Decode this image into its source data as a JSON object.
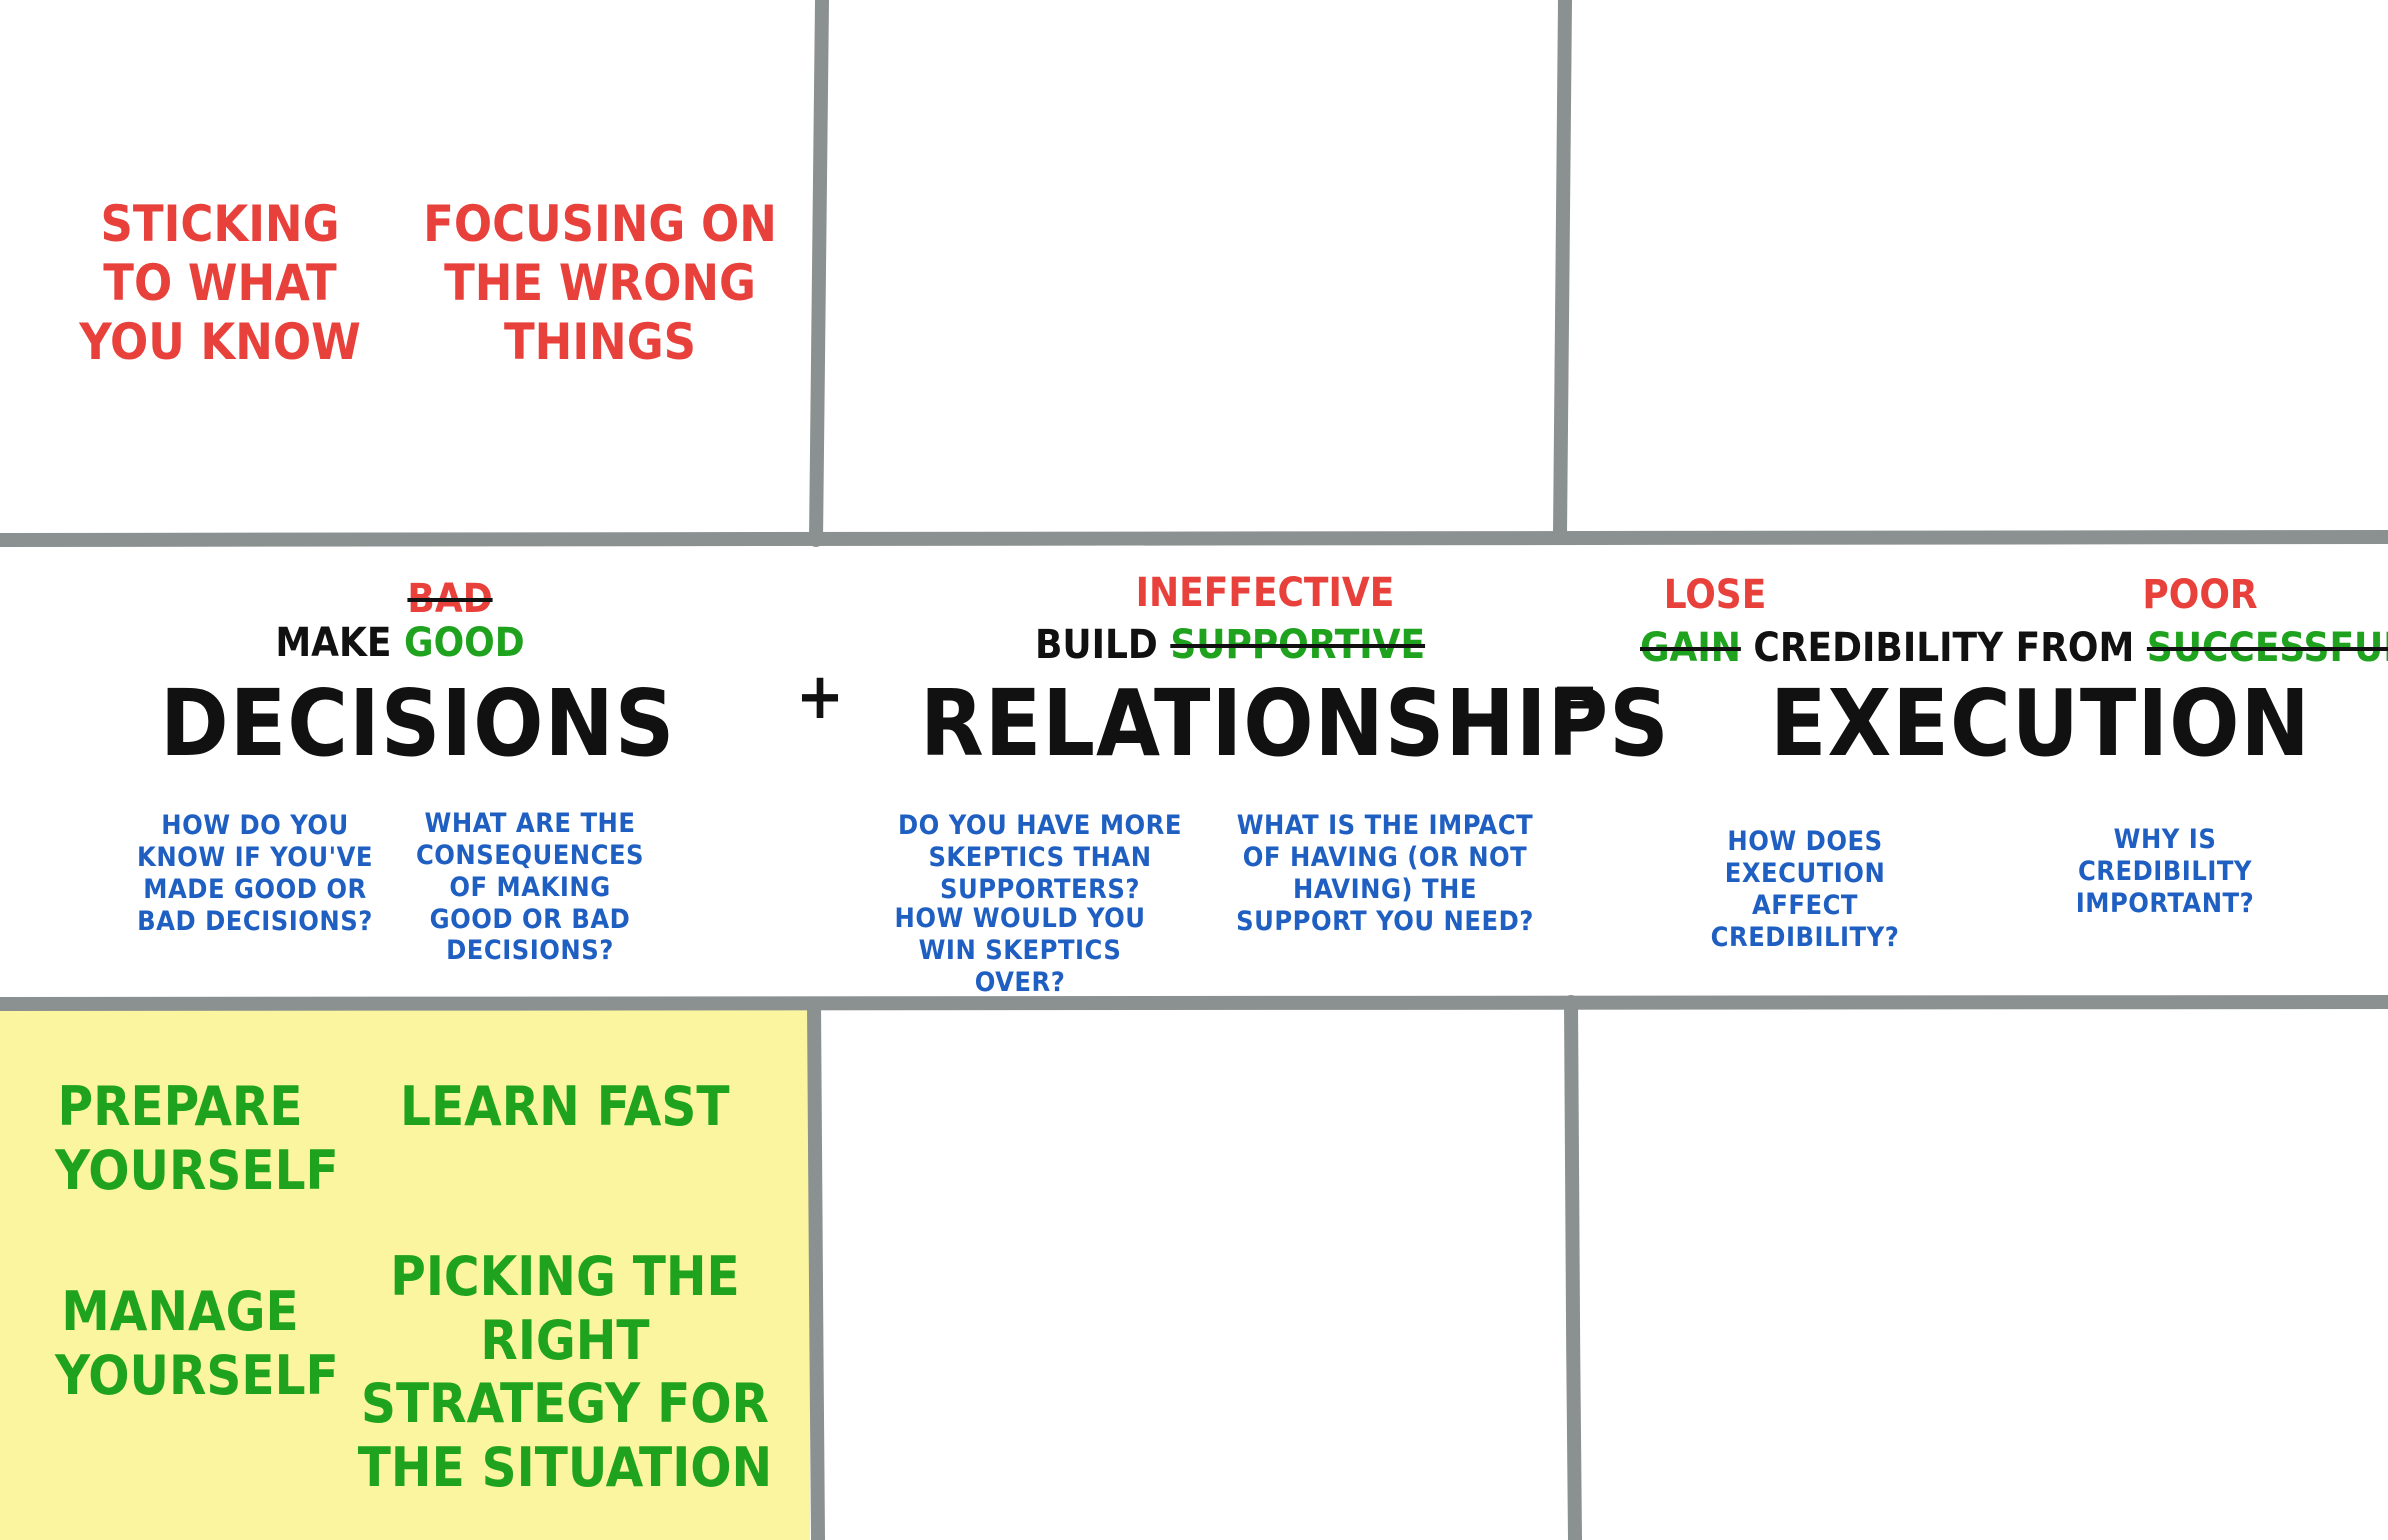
{
  "top_left_causes": [
    "STICKING TO WHAT YOU KNOW",
    "FOCUSING ON THE WRONG THINGS"
  ],
  "equation": {
    "decisions": {
      "prefix": "MAKE",
      "crossed_word": "BAD",
      "word": "GOOD",
      "heading": "DECISIONS"
    },
    "plus": "+",
    "relationships": {
      "prefix": "BUILD",
      "crossed_word": "SUPPORTIVE",
      "word": "INEFFECTIVE",
      "heading": "RELATIONSHIPS"
    },
    "equals": "=",
    "execution": {
      "crossed_word_1": "GAIN",
      "word_1": "LOSE",
      "middle": "CREDIBILITY FROM",
      "crossed_word_2": "SUCCESSFUL",
      "word_2": "POOR",
      "heading": "EXECUTION"
    }
  },
  "questions": {
    "decisions": [
      "HOW DO YOU KNOW IF YOU'VE MADE GOOD OR BAD DECISIONS?",
      "WHAT ARE THE CONSEQUENCES OF MAKING GOOD OR BAD DECISIONS?"
    ],
    "relationships": [
      "DO YOU HAVE MORE SKEPTICS THAN SUPPORTERS?",
      "HOW WOULD YOU WIN SKEPTICS OVER?",
      "WHAT IS THE IMPACT OF HAVING (OR NOT HAVING) THE SUPPORT YOU NEED?"
    ],
    "execution": [
      "HOW DOES EXECUTION AFFECT CREDIBILITY?",
      "WHY IS CREDIBILITY IMPORTANT?"
    ]
  },
  "bottom_left_remedies": [
    "PREPARE YOURSELF",
    "LEARN FAST",
    "MANAGE YOURSELF",
    "PICKING THE RIGHT STRATEGY FOR THE SITUATION"
  ],
  "colors": {
    "grid": "#8a9190",
    "highlight": "#faf59e",
    "red": "#e8413c",
    "green": "#1fa31f",
    "blue": "#1f5fc2",
    "black": "#111111"
  }
}
